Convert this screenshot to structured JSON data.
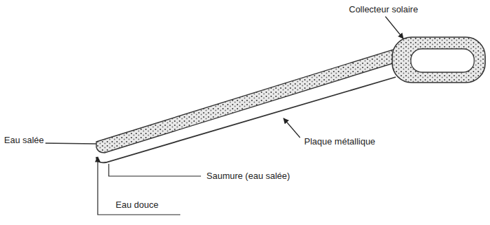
{
  "diagram": {
    "labels": [
      "Collecteur solaire",
      "Eau salée",
      "Plaque métallique",
      "Saumure (eau salée)",
      "Eau douce"
    ]
  }
}
